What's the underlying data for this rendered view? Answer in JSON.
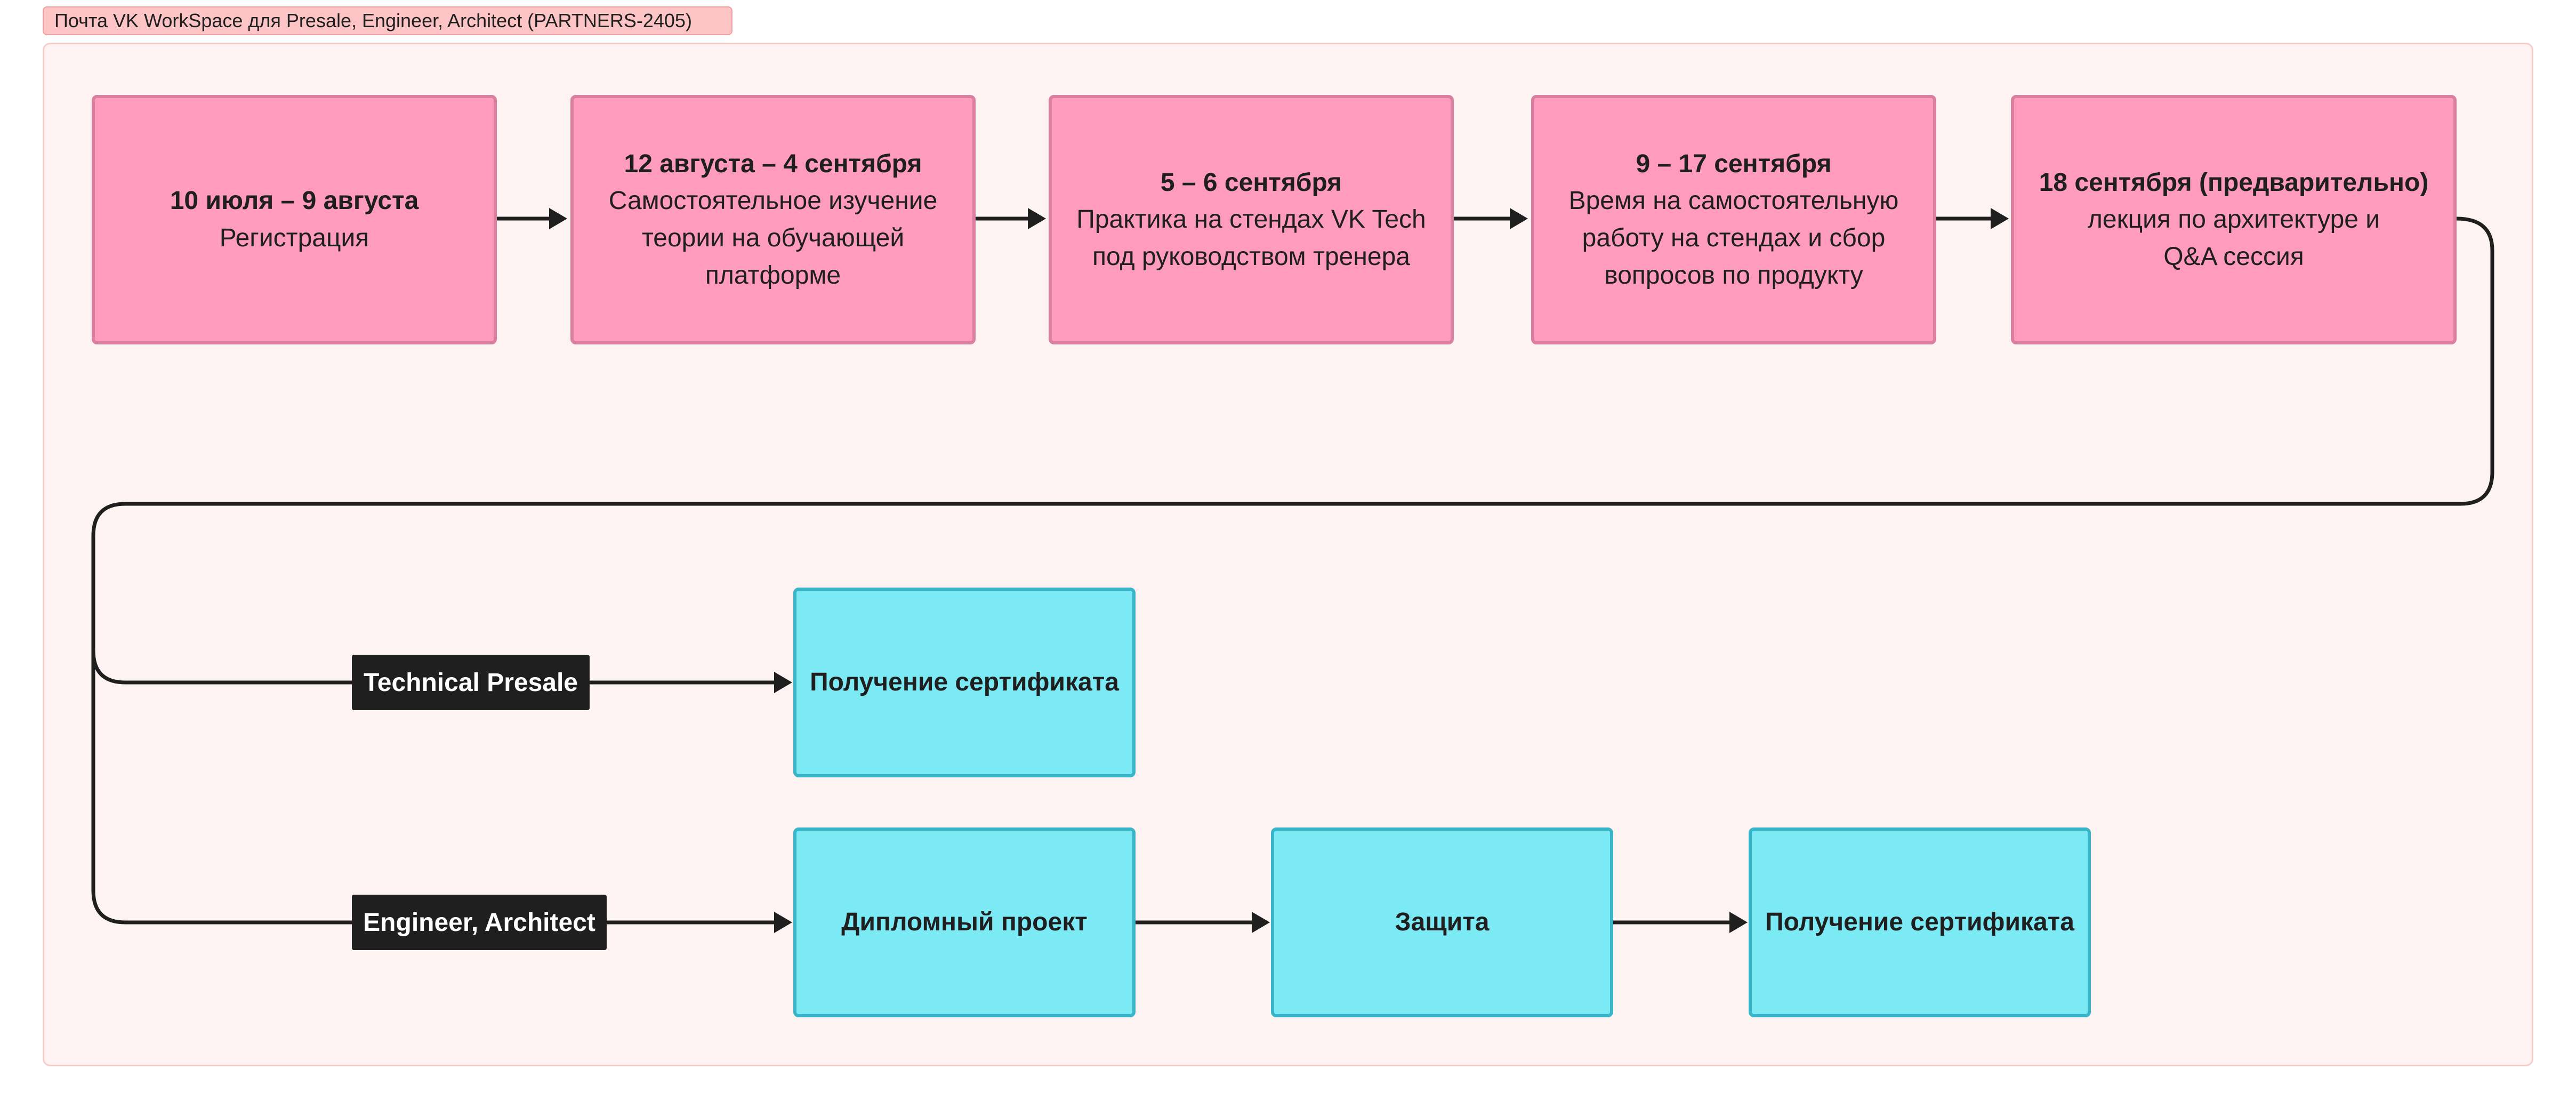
{
  "frame": {
    "title": "Почта VK WorkSpace для Presale, Engineer, Architect (PARTNERS-2405)"
  },
  "timeline": [
    {
      "date": "10 июля – 9 августа",
      "desc": "Регистрация"
    },
    {
      "date": "12 августа – 4 сентября",
      "desc": "Самостоятельное изучение теории на обучающей платформе"
    },
    {
      "date": "5 – 6 сентября",
      "desc": "Практика на стендах VK Tech под руководством тренера"
    },
    {
      "date": "9 – 17 сентября",
      "desc": "Время на самостоятельную работу на стендах и сбор вопросов по продукту"
    },
    {
      "date": "18 сентября (предварительно)",
      "desc": "лекция по архитектуре и Q&A сессия"
    }
  ],
  "tracks": {
    "presale": {
      "label": "Technical Presale",
      "steps": [
        "Получение сертификата"
      ]
    },
    "engineer": {
      "label": "Engineer, Architect",
      "steps": [
        "Дипломный проект",
        "Защита",
        "Получение сертификата"
      ]
    }
  },
  "colors": {
    "stage": "#ff9bbd",
    "result": "#7ceaf5",
    "connector": "#1f1f1f"
  }
}
